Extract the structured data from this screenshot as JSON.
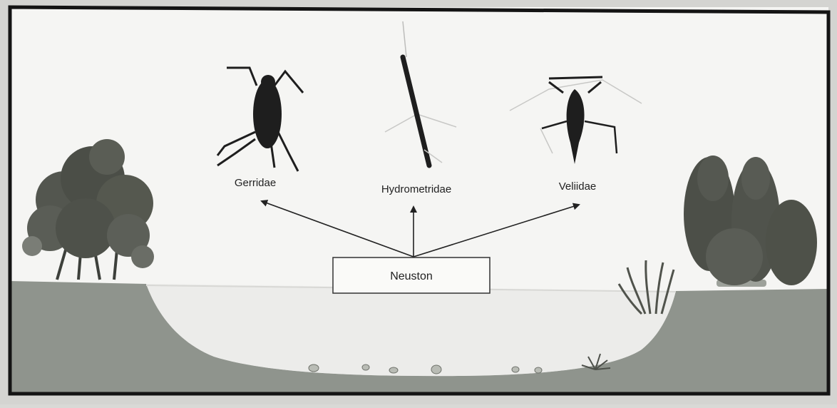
{
  "diagram": {
    "central_box": {
      "label": "Neuston"
    },
    "families": [
      {
        "id": "gerridae",
        "label": "Gerridae"
      },
      {
        "id": "hydrometridae",
        "label": "Hydrometridae"
      },
      {
        "id": "veliidae",
        "label": "Veliidae"
      }
    ],
    "colors": {
      "sky": "#f4f4f2",
      "ground": "#8e938c",
      "water": "#ededeb",
      "insect": "#1e1e1e",
      "tree": "#4a4d48",
      "frame": "#141414"
    }
  }
}
